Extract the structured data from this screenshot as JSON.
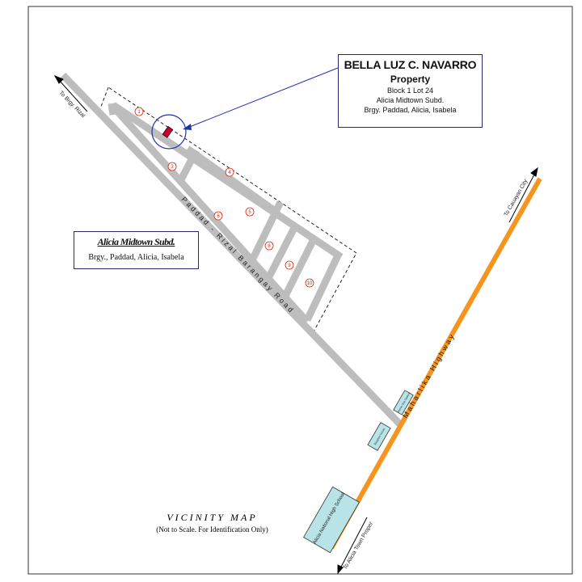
{
  "owner": {
    "name": "BELLA LUZ C. NAVARRO",
    "property": "Property",
    "block_lot": "Block 1 Lot 24",
    "subdivision": "Alicia Midtown Subd.",
    "address": "Brgy. Paddad, Alicia, Isabela"
  },
  "subdivision_label": {
    "title": "Alicia Midtown Subd.",
    "address": "Brgy., Paddad, Alicia, Isabela"
  },
  "roads": {
    "barangay_road": "Paddad - Rizal Barangay Road",
    "highway": "Maharlika Highway"
  },
  "directions": {
    "to_rizal": "To Brgy. Rizal",
    "to_cauayan": "To Cauayan City",
    "to_alicia": "To Alicia Town Proper"
  },
  "landmarks": {
    "school": "Alicia National High School",
    "gas_station": "Petron Gas Station",
    "slaughter_house": "Slaughter House"
  },
  "lot_numbers": [
    "1",
    "3",
    "4",
    "6",
    "5",
    "8",
    "9",
    "10"
  ],
  "map_title": {
    "title": "VICINITY MAP",
    "note": "(Not to Scale. For Identification Only)"
  },
  "colors": {
    "road_gray": "#bdbdbd",
    "highway_orange": "#f7941d",
    "landmark_fill": "#b8e4e8",
    "marker_red": "#cc0033",
    "circle_blue": "#2233aa",
    "lot_number_red": "#dd2200"
  }
}
